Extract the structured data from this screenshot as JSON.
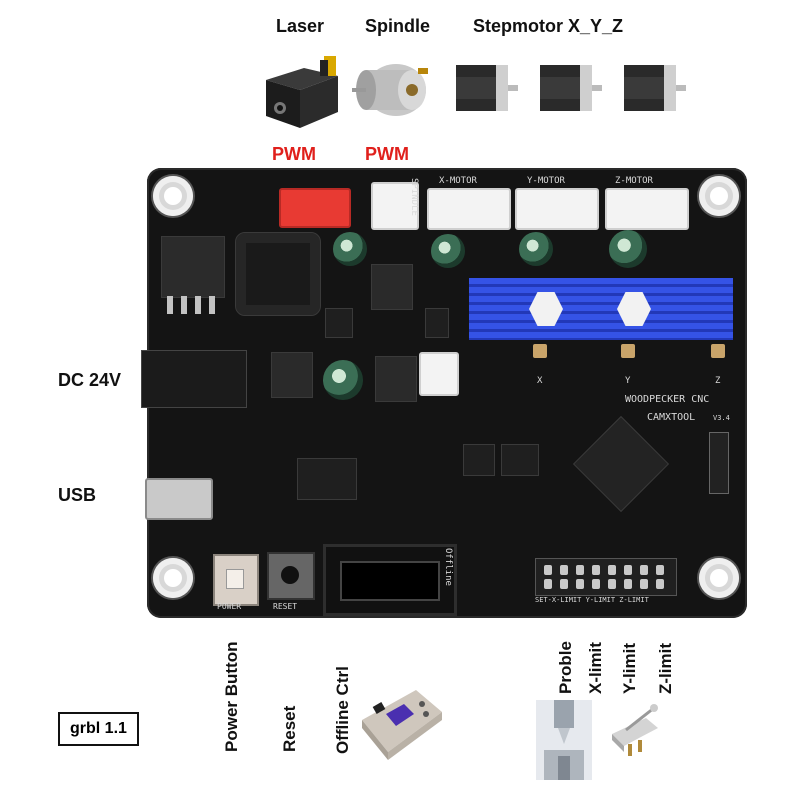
{
  "top_labels": {
    "laser": "Laser",
    "spindle": "Spindle",
    "stepmotor": "Stepmotor X_Y_Z",
    "pwm_laser": "PWM",
    "pwm_spindle": "PWM"
  },
  "side_labels": {
    "dc": "DC 24V",
    "usb": "USB"
  },
  "bottom_labels": {
    "power_button": "Power Button",
    "reset": "Reset",
    "offline_ctrl": "Offline Ctrl",
    "probe": "Proble",
    "x_limit": "X-limit",
    "y_limit": "Y-limit",
    "z_limit": "Z-limit"
  },
  "badge": "grbl 1.1",
  "silkscreen": {
    "x_motor": "X-MOTOR",
    "y_motor": "Y-MOTOR",
    "z_motor": "Z-MOTOR",
    "spindle": "SPINDLE",
    "brand_line1": "WOODPECKER CNC",
    "brand_line2": "CAMXTOOL",
    "version": "V3.4",
    "power": "POWER",
    "reset": "RESET",
    "offline": "Offline",
    "axis_x": "X",
    "axis_y": "Y",
    "axis_z": "Z",
    "limit_row": "SET-X-LIMIT Y-LIMIT Z-LIMIT"
  },
  "colors": {
    "board": "#141414",
    "pwm_red": "#e0201c",
    "heatsink_blue": "#2d46d6",
    "connector_red": "#e83a33"
  },
  "icons": [
    "laser-module-icon",
    "spindle-motor-icon",
    "stepper-motor-icon",
    "offline-controller-icon",
    "probe-icon",
    "limit-switch-icon"
  ]
}
